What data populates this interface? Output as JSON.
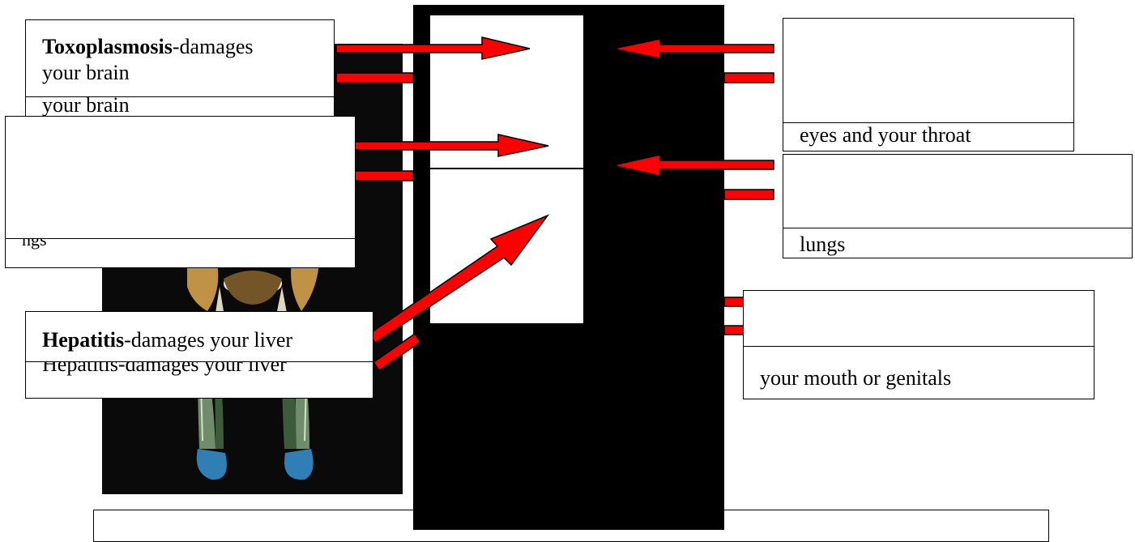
{
  "labels": {
    "toxo_name": "Toxoplasmosis",
    "toxo_rest": "-damages",
    "toxo_line2": "your brain",
    "toxo_dup": "your brain",
    "tl2_fragment": "ngs",
    "hep_name": "Hepatitis",
    "hep_rest": "-damages your liver",
    "hep_dup": "Hepatitis-damages your liver",
    "r1_text": "eyes and your throat",
    "r2_text": "lungs",
    "r3_text": "your mouth or genitals"
  },
  "colors": {
    "arrow": "#ff0000",
    "background": "#ffffff",
    "panel": "#000000"
  }
}
